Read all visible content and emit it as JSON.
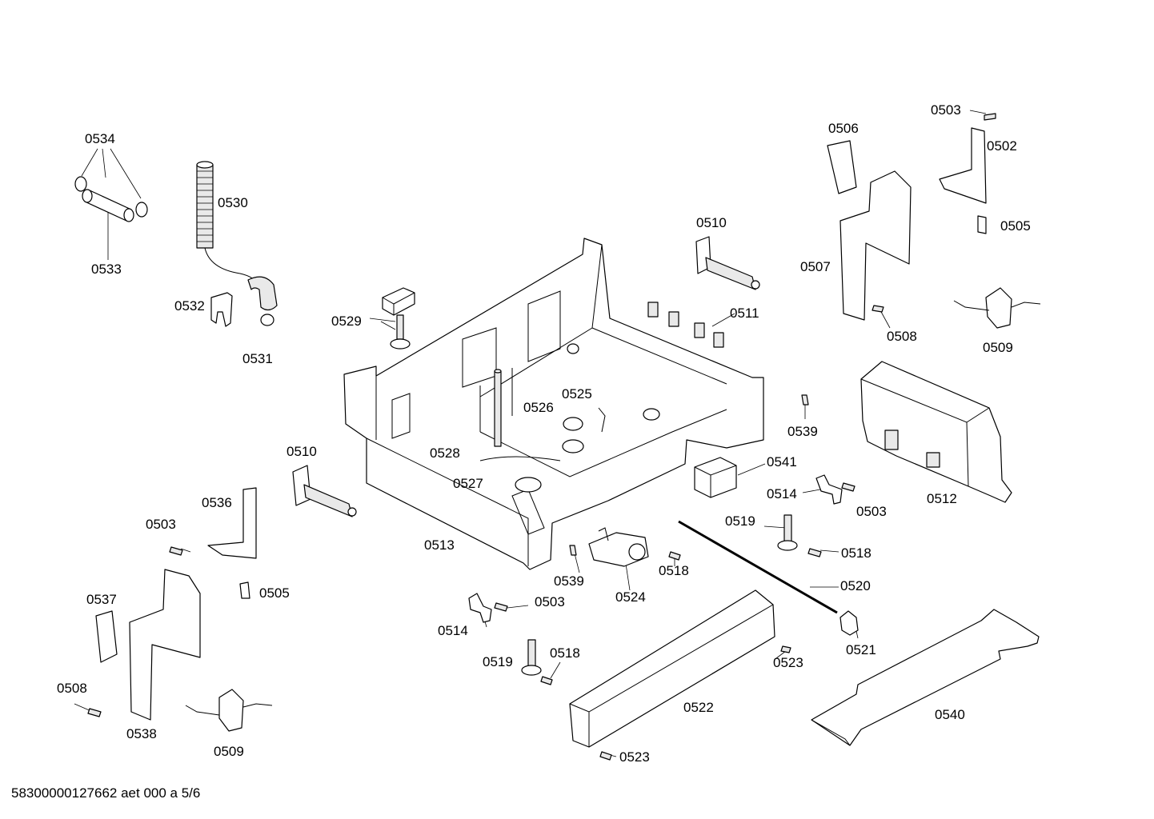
{
  "document_id": "58300000127662 aet 000 a 5/6",
  "parts": [
    {
      "key": "p0534",
      "number": "0534"
    },
    {
      "key": "p0533",
      "number": "0533"
    },
    {
      "key": "p0530",
      "number": "0530"
    },
    {
      "key": "p0532",
      "number": "0532"
    },
    {
      "key": "p0531",
      "number": "0531"
    },
    {
      "key": "p0529",
      "number": "0529"
    },
    {
      "key": "p0510a",
      "number": "0510"
    },
    {
      "key": "p0511",
      "number": "0511"
    },
    {
      "key": "p0525",
      "number": "0525"
    },
    {
      "key": "p0526",
      "number": "0526"
    },
    {
      "key": "p0528",
      "number": "0528"
    },
    {
      "key": "p0527",
      "number": "0527"
    },
    {
      "key": "p0513",
      "number": "0513"
    },
    {
      "key": "p0510b",
      "number": "0510"
    },
    {
      "key": "p0536",
      "number": "0536"
    },
    {
      "key": "p0503a",
      "number": "0503"
    },
    {
      "key": "p0505a",
      "number": "0505"
    },
    {
      "key": "p0537",
      "number": "0537"
    },
    {
      "key": "p0508a",
      "number": "0508"
    },
    {
      "key": "p0538",
      "number": "0538"
    },
    {
      "key": "p0509a",
      "number": "0509"
    },
    {
      "key": "p0506",
      "number": "0506"
    },
    {
      "key": "p0503b",
      "number": "0503"
    },
    {
      "key": "p0502",
      "number": "0502"
    },
    {
      "key": "p0505b",
      "number": "0505"
    },
    {
      "key": "p0507",
      "number": "0507"
    },
    {
      "key": "p0508b",
      "number": "0508"
    },
    {
      "key": "p0509b",
      "number": "0509"
    },
    {
      "key": "p0539a",
      "number": "0539"
    },
    {
      "key": "p0512",
      "number": "0512"
    },
    {
      "key": "p0541",
      "number": "0541"
    },
    {
      "key": "p0514a",
      "number": "0514"
    },
    {
      "key": "p0503c",
      "number": "0503"
    },
    {
      "key": "p0519a",
      "number": "0519"
    },
    {
      "key": "p0518a",
      "number": "0518"
    },
    {
      "key": "p0539b",
      "number": "0539"
    },
    {
      "key": "p0518b",
      "number": "0518"
    },
    {
      "key": "p0524",
      "number": "0524"
    },
    {
      "key": "p0520",
      "number": "0520"
    },
    {
      "key": "p0514b",
      "number": "0514"
    },
    {
      "key": "p0503d",
      "number": "0503"
    },
    {
      "key": "p0521",
      "number": "0521"
    },
    {
      "key": "p0519b",
      "number": "0519"
    },
    {
      "key": "p0518c",
      "number": "0518"
    },
    {
      "key": "p0523a",
      "number": "0523"
    },
    {
      "key": "p0522",
      "number": "0522"
    },
    {
      "key": "p0540",
      "number": "0540"
    },
    {
      "key": "p0523b",
      "number": "0523"
    }
  ]
}
